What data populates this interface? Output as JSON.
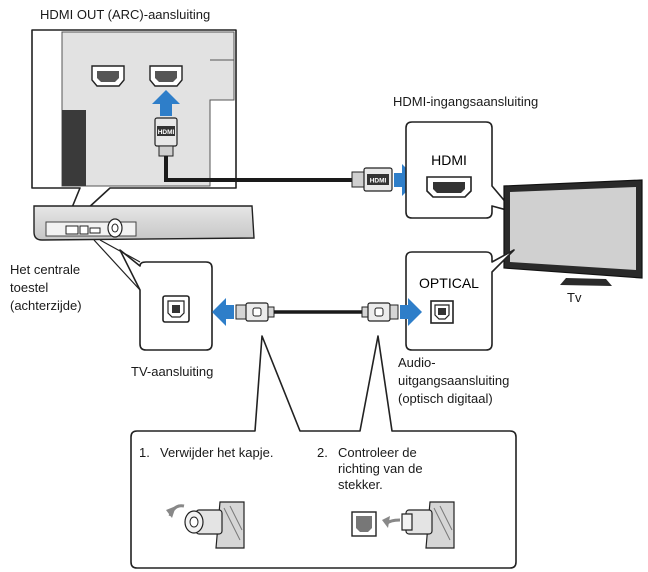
{
  "labels": {
    "hdmi_out_arc": "HDMI OUT (ARC)-aansluiting",
    "hdmi_input_connection": "HDMI-ingangsaansluiting",
    "hdmi_port": "HDMI",
    "hdmi_plug": "HDMI",
    "hdmi_plug_2": "HDMI",
    "optical_port": "OPTICAL",
    "central_unit_line1": "Het centrale",
    "central_unit_line2": "toestel",
    "central_unit_line3": "(achterzijde)",
    "tv": "Tv",
    "tv_connection": "TV-aansluiting",
    "audio_out_line1": "Audio-",
    "audio_out_line2": "uitgangsaansluiting",
    "audio_out_line3": "(optisch digitaal)"
  },
  "steps": [
    {
      "number": "1.",
      "text_lines": [
        "Verwijder het kapje."
      ]
    },
    {
      "number": "2.",
      "text_lines": [
        "Controleer de",
        "richting van de",
        "stekker."
      ]
    }
  ],
  "colors": {
    "arrow_blue": "#2e7ec9",
    "outline": "#222222",
    "panel_gray": "#d9d9d9",
    "screen_gray": "#d0d0d0"
  }
}
